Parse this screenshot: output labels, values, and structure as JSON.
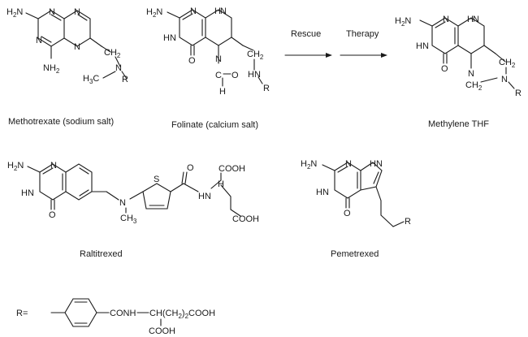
{
  "structures": {
    "methotrexate": {
      "caption": "Methotrexate (sodium salt)"
    },
    "folinate": {
      "caption": "Folinate (calcium salt)"
    },
    "methylene_thf": {
      "caption": "Methylene THF"
    },
    "raltitrexed": {
      "caption": "Raltitrexed"
    },
    "pemetrexed": {
      "caption": "Pemetrexed"
    }
  },
  "arrows": {
    "rescue": "Rescue",
    "therapy": "Therapy"
  },
  "r_group": {
    "label": "R=",
    "amide": "CONH",
    "chain": "CH(CH",
    "chain_sub": "2",
    "chain_close": ")",
    "chain_sub2": "2",
    "acid": "COOH",
    "lower_acid": "COOH"
  },
  "atoms": {
    "nh2": "NH",
    "h2n": "H",
    "two": "2",
    "n": "N",
    "hn": "HN",
    "nh": "NH",
    "h": "H",
    "o": "O",
    "c": "C",
    "ch2": "CH",
    "h3c": "H",
    "h3c_tail": "C",
    "three": "3",
    "ch3": "CH",
    "r": "R",
    "s": "S",
    "cooh": "COOH"
  }
}
